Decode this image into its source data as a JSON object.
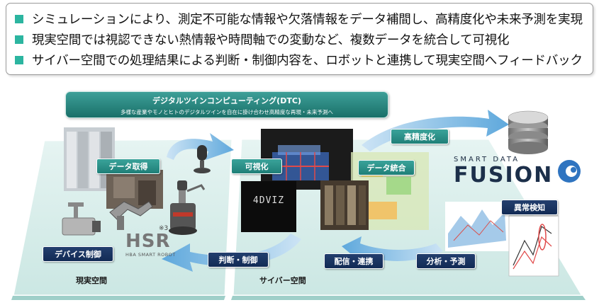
{
  "bullets": [
    "シミュレーションにより、測定不可能な情報や欠落情報をデータ補間し、高精度化や未来予測を実現",
    "現実空間では視認できない熱情報や時間軸での変動など、複数データを統合して可視化",
    "サイバー空間での処理結果による判断・制御内容を、ロボットと連携して現実空間へフィードバック"
  ],
  "dtc": {
    "title": "デジタルツインコンピューティング(DTC)",
    "subtitle": "多様な産業やモノとヒトのデジタルツインを自在に掛け合わせ高精度な再現・未来予測へ"
  },
  "labels": {
    "data_acquisition": "データ取得",
    "visualization": "可視化",
    "data_integration": "データ統合",
    "high_precision": "高精度化",
    "anomaly_detection": "異常検知",
    "analysis_prediction": "分析・予測",
    "distribution_linkage": "配信・連携",
    "judgment_control": "判断・制御",
    "device_control": "デバイス制御"
  },
  "spaces": {
    "real": "現実空間",
    "cyber": "サイバー空間"
  },
  "logos": {
    "smart_data": "SMART DATA",
    "fusion": "FUSION",
    "hsr": "HSR",
    "hsr_note": "※3",
    "hsr_sub": "HBA   SMART ROBOT",
    "viz": "4DVIZ"
  },
  "colors": {
    "accent_teal": "#2cb5a0",
    "pill_teal": "#2a8f88",
    "pill_navy": "#1a3563"
  }
}
